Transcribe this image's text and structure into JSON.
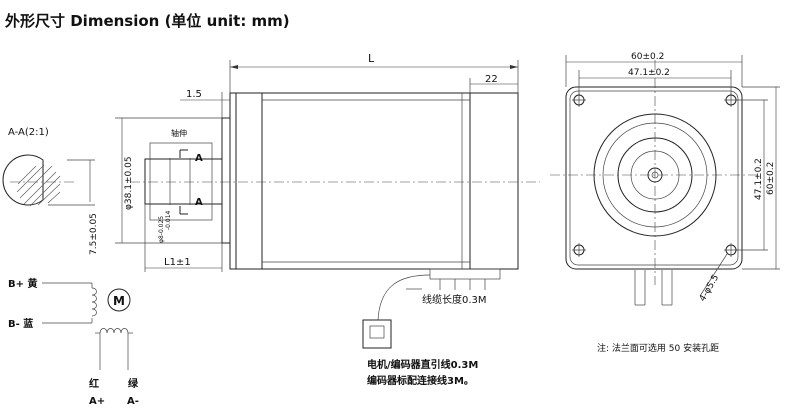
{
  "title": "外形尺寸 Dimension (单位 unit: mm)",
  "section": {
    "label": "A-A(2:1)",
    "dim_flat": "7.5±0.05"
  },
  "side_view": {
    "dim_length": "L",
    "dim_flange": "1.5",
    "dim_rear": "22",
    "dim_pilot": "φ38.1±0.05",
    "dim_shaft_len": "L1±1",
    "shaft_label": "轴伸",
    "shaft_dia": "φ8-0.025",
    "shaft_dia_tol": "-0.014",
    "section_mark_top": "A",
    "section_mark_bottom": "A",
    "cable_note": "线缆长度0.3M"
  },
  "front_view": {
    "dim_outer": "60±0.2",
    "dim_hole": "47.1±0.2",
    "dim_side_outer": "60±0.2",
    "dim_side_hole": "47.1±0.2",
    "dim_holes": "4-φ5.5",
    "note": "注: 法兰面可选用 50 安装孔距"
  },
  "wiring": {
    "b_plus": "B+ 黄",
    "b_minus": "B- 蓝",
    "motor": "M",
    "red": "红",
    "green": "绿",
    "a_plus": "A+",
    "a_minus": "A-"
  },
  "bottom_note": {
    "line1": "电机/编码器直引线0.3M",
    "line2": "编码器标配连接线3M。"
  }
}
